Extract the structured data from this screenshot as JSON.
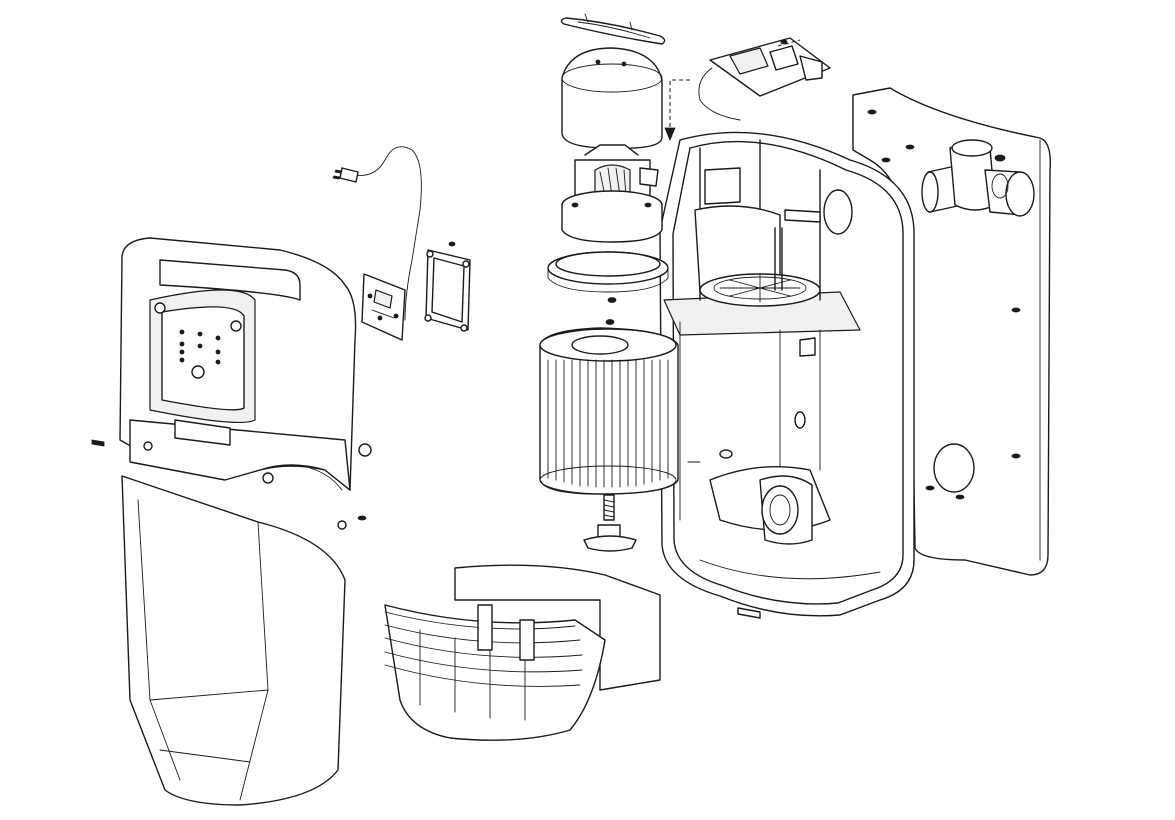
{
  "diagram": {
    "type": "exploded-assembly-view",
    "stroke_color": "#1a1a1a",
    "background_color": "#ffffff",
    "parts": [
      {
        "id": "front-cover-upper",
        "icon": "housing-icon"
      },
      {
        "id": "control-panel",
        "icon": "panel-icon"
      },
      {
        "id": "front-cover-lower",
        "icon": "housing-icon"
      },
      {
        "id": "power-cord",
        "icon": "plug-icon"
      },
      {
        "id": "circuit-board",
        "icon": "chip-icon"
      },
      {
        "id": "board-bracket",
        "icon": "bracket-icon"
      },
      {
        "id": "main-control-board",
        "icon": "chip-icon"
      },
      {
        "id": "top-gasket",
        "icon": "gasket-icon"
      },
      {
        "id": "motor-cap",
        "icon": "cap-icon"
      },
      {
        "id": "motor-unit",
        "icon": "motor-icon"
      },
      {
        "id": "seal-ring",
        "icon": "ring-icon"
      },
      {
        "id": "cartridge-filter",
        "icon": "filter-icon"
      },
      {
        "id": "filter-knob",
        "icon": "knob-icon"
      },
      {
        "id": "main-housing",
        "icon": "housing-icon"
      },
      {
        "id": "debris-basket",
        "icon": "basket-icon"
      },
      {
        "id": "wall-mount-plate",
        "icon": "plate-icon"
      },
      {
        "id": "pipe-elbow",
        "icon": "pipe-icon"
      },
      {
        "id": "fasteners",
        "icon": "screw-icon"
      }
    ]
  }
}
